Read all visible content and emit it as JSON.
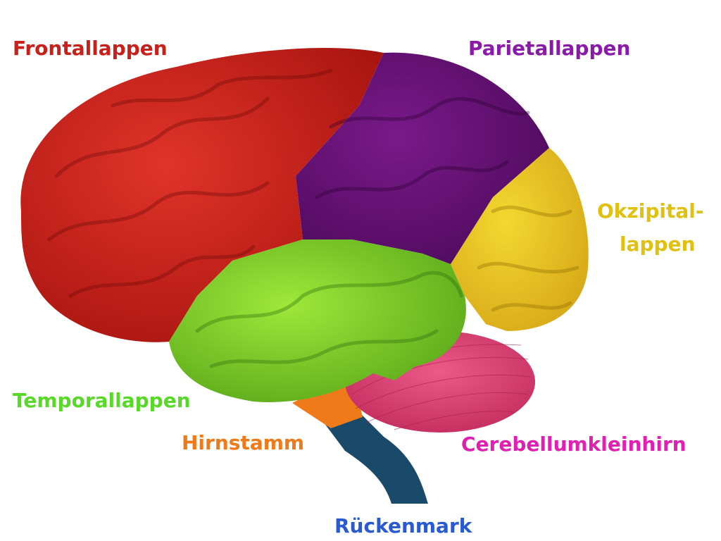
{
  "labels": {
    "frontal": "Frontallappen",
    "parietal": "Parietallappen",
    "occipital_1": "Okzipital-",
    "occipital_2": "lappen",
    "temporal": "Temporallappen",
    "brainstem": "Hirnstamm",
    "cerebellum": "Cerebellumkleinhirn",
    "spinal_cord": "Rückenmark"
  },
  "colors": {
    "frontal": "#c8201a",
    "parietal": "#6a0f7a",
    "occipital": "#e8c820",
    "temporal": "#86d62a",
    "brainstem": "#ee7a1a",
    "cerebellum": "#e0427a",
    "spinal_cord": "#1a4a6a"
  }
}
